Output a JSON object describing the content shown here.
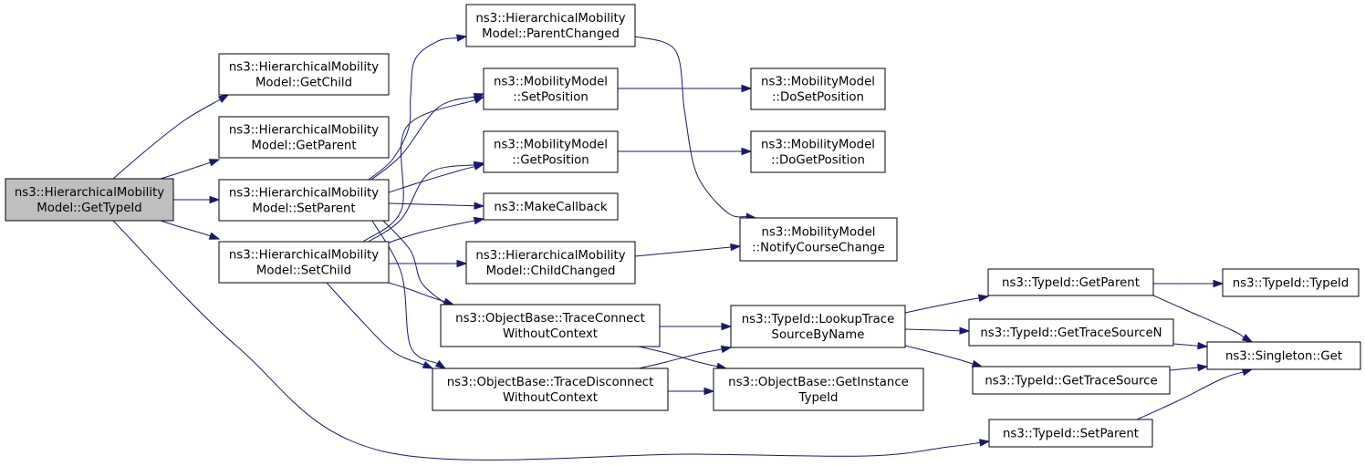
{
  "diagram": {
    "colors": {
      "edge": "#191970",
      "root_fill": "#bfbfbf",
      "node_fill": "#ffffff",
      "border": "#000000"
    },
    "nodes": {
      "getTypeId": {
        "lines": [
          "ns3::HierarchicalMobility",
          "Model::GetTypeId"
        ],
        "root": true
      },
      "getChild": {
        "lines": [
          "ns3::HierarchicalMobility",
          "Model::GetChild"
        ]
      },
      "getParent": {
        "lines": [
          "ns3::HierarchicalMobility",
          "Model::GetParent"
        ]
      },
      "setParent": {
        "lines": [
          "ns3::HierarchicalMobility",
          "Model::SetParent"
        ]
      },
      "setChild": {
        "lines": [
          "ns3::HierarchicalMobility",
          "Model::SetChild"
        ]
      },
      "parentChanged": {
        "lines": [
          "ns3::HierarchicalMobility",
          "Model::ParentChanged"
        ]
      },
      "setPosition": {
        "lines": [
          "ns3::MobilityModel",
          "::SetPosition"
        ]
      },
      "getPosition": {
        "lines": [
          "ns3::MobilityModel",
          "::GetPosition"
        ]
      },
      "makeCallback": {
        "lines": [
          "ns3::MakeCallback"
        ]
      },
      "childChanged": {
        "lines": [
          "ns3::HierarchicalMobility",
          "Model::ChildChanged"
        ]
      },
      "traceConnect": {
        "lines": [
          "ns3::ObjectBase::TraceConnect",
          "WithoutContext"
        ]
      },
      "traceDisconnect": {
        "lines": [
          "ns3::ObjectBase::TraceDisconnect",
          "WithoutContext"
        ]
      },
      "doSetPosition": {
        "lines": [
          "ns3::MobilityModel",
          "::DoSetPosition"
        ]
      },
      "doGetPosition": {
        "lines": [
          "ns3::MobilityModel",
          "::DoGetPosition"
        ]
      },
      "notifyCourseChange": {
        "lines": [
          "ns3::MobilityModel",
          "::NotifyCourseChange"
        ]
      },
      "lookupTrace": {
        "lines": [
          "ns3::TypeId::LookupTrace",
          "SourceByName"
        ]
      },
      "getInstanceTypeId": {
        "lines": [
          "ns3::ObjectBase::GetInstance",
          "TypeId"
        ]
      },
      "typeIdGetParent": {
        "lines": [
          "ns3::TypeId::GetParent"
        ]
      },
      "getTraceSourceN": {
        "lines": [
          "ns3::TypeId::GetTraceSourceN"
        ]
      },
      "getTraceSource": {
        "lines": [
          "ns3::TypeId::GetTraceSource"
        ]
      },
      "typeIdSetParent": {
        "lines": [
          "ns3::TypeId::SetParent"
        ]
      },
      "typeIdTypeId": {
        "lines": [
          "ns3::TypeId::TypeId"
        ]
      },
      "singletonGet": {
        "lines": [
          "ns3::Singleton::Get"
        ]
      }
    },
    "edges": [
      [
        "getTypeId",
        "getChild"
      ],
      [
        "getTypeId",
        "getParent"
      ],
      [
        "getTypeId",
        "setParent"
      ],
      [
        "getTypeId",
        "setChild"
      ],
      [
        "getTypeId",
        "typeIdSetParent"
      ],
      [
        "setParent",
        "parentChanged"
      ],
      [
        "setParent",
        "setPosition"
      ],
      [
        "setParent",
        "getPosition"
      ],
      [
        "setParent",
        "makeCallback"
      ],
      [
        "setParent",
        "traceConnect"
      ],
      [
        "setParent",
        "traceDisconnect"
      ],
      [
        "setChild",
        "setPosition"
      ],
      [
        "setChild",
        "getPosition"
      ],
      [
        "setChild",
        "makeCallback"
      ],
      [
        "setChild",
        "childChanged"
      ],
      [
        "setChild",
        "traceConnect"
      ],
      [
        "setChild",
        "traceDisconnect"
      ],
      [
        "parentChanged",
        "notifyCourseChange"
      ],
      [
        "setPosition",
        "doSetPosition"
      ],
      [
        "getPosition",
        "doGetPosition"
      ],
      [
        "childChanged",
        "notifyCourseChange"
      ],
      [
        "traceConnect",
        "lookupTrace"
      ],
      [
        "traceConnect",
        "getInstanceTypeId"
      ],
      [
        "traceDisconnect",
        "lookupTrace"
      ],
      [
        "traceDisconnect",
        "getInstanceTypeId"
      ],
      [
        "lookupTrace",
        "typeIdGetParent"
      ],
      [
        "lookupTrace",
        "getTraceSourceN"
      ],
      [
        "lookupTrace",
        "getTraceSource"
      ],
      [
        "typeIdGetParent",
        "typeIdTypeId"
      ],
      [
        "typeIdGetParent",
        "singletonGet"
      ],
      [
        "getTraceSourceN",
        "singletonGet"
      ],
      [
        "getTraceSource",
        "singletonGet"
      ],
      [
        "typeIdSetParent",
        "singletonGet"
      ]
    ]
  }
}
